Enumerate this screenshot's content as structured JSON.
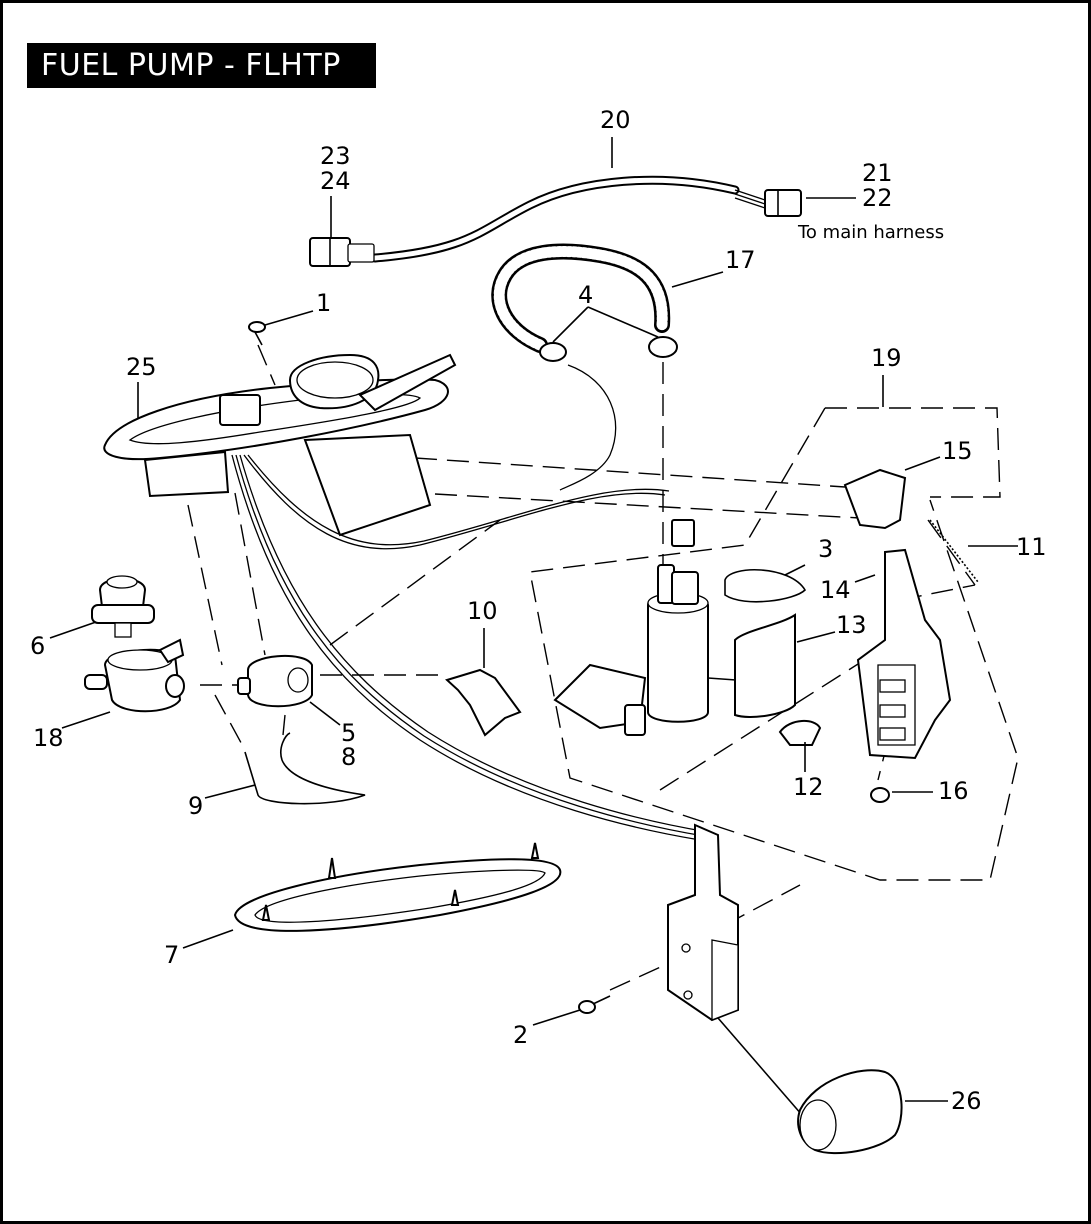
{
  "title": "FUEL PUMP - FLHTP",
  "note": "To main harness",
  "callouts": {
    "c1": "1",
    "c2": "2",
    "c3": "3",
    "c4": "4",
    "c5": "5",
    "c6": "6",
    "c7": "7",
    "c8": "8",
    "c9": "9",
    "c10": "10",
    "c11": "11",
    "c12": "12",
    "c13": "13",
    "c14": "14",
    "c15": "15",
    "c16": "16",
    "c17": "17",
    "c18": "18",
    "c19": "19",
    "c20": "20",
    "c21": "21",
    "c22": "22",
    "c23": "23",
    "c24": "24",
    "c25": "25",
    "c26": "26"
  }
}
